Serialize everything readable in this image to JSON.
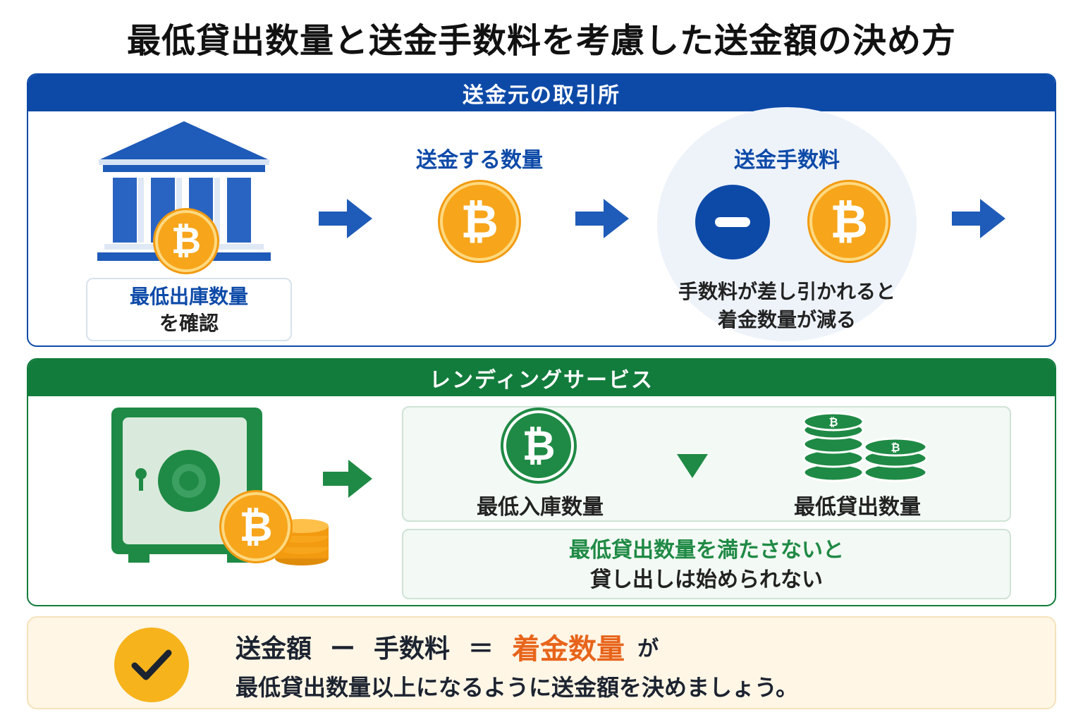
{
  "title": "最低貸出数量と送金手数料を考慮した送金額の決め方",
  "exchange": {
    "header": "送金元の取引所",
    "check_line1": "最低出庫数量",
    "check_line2": "を確認",
    "send_amount_label": "送金する数量",
    "fee_label": "送金手数料",
    "fee_note_line1": "手数料が差し引かれると",
    "fee_note_line2": "着金数量が減る"
  },
  "lending": {
    "header": "レンディングサービス",
    "min_deposit_label": "最低入庫数量",
    "min_lending_label": "最低貸出数量",
    "note_line1": "最低貸出数量を満たさないと",
    "note_line2": "貸し出しは始められない"
  },
  "summary": {
    "send": "送金額",
    "minus": "ー",
    "fee": "手数料",
    "equals": "＝",
    "received": "着金数量",
    "ga": "が",
    "line2": "最低貸出数量以上になるように送金額を決めましょう。"
  },
  "colors": {
    "blue": "#0d4aa8",
    "green": "#127c3c",
    "orange": "#f7a51b",
    "highlight": "#e8641b"
  },
  "icons": [
    "bank-icon",
    "bitcoin-coin-icon",
    "arrow-right-icon",
    "minus-circle-icon",
    "safe-icon",
    "coin-stack-icon",
    "triangle-down-icon",
    "checkmark-icon"
  ]
}
